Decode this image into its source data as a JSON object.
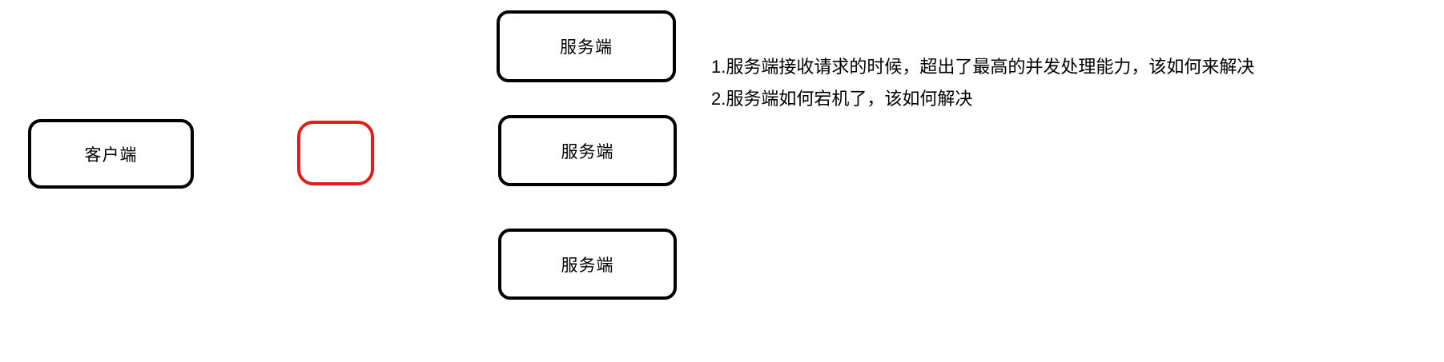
{
  "diagram": {
    "client_box": {
      "label": "客户端"
    },
    "red_box": {
      "label": ""
    },
    "server_boxes": [
      {
        "label": "服务端"
      },
      {
        "label": "服务端"
      },
      {
        "label": "服务端"
      }
    ],
    "notes": [
      {
        "text": "1.服务端接收请求的时候，超出了最高的并发处理能力，该如何来解决"
      },
      {
        "text": "2.服务端如何宕机了，该如何解决"
      }
    ],
    "colors": {
      "stroke": "#000000",
      "red_stroke": "#e01e1e",
      "background": "#ffffff",
      "text": "#000000"
    }
  }
}
